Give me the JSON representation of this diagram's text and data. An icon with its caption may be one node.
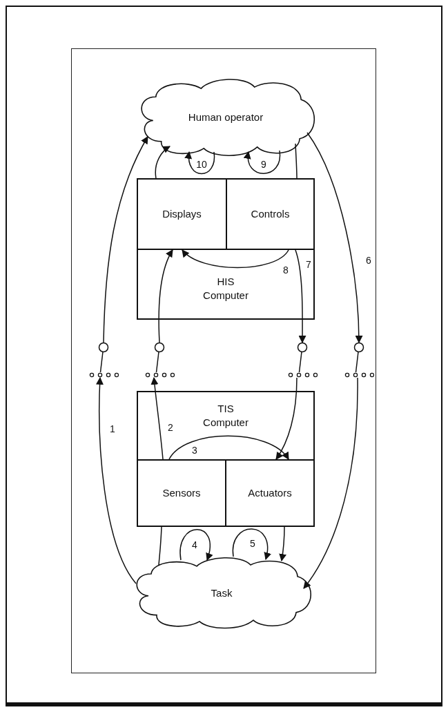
{
  "diagram": {
    "nodes": [
      {
        "text": [
          "Human operator"
        ]
      },
      {
        "text": [
          "HIS Computer"
        ]
      },
      {
        "text": [
          "Displays"
        ],
        "in": 1
      },
      {
        "text": [
          "Controls"
        ],
        "in": 1
      },
      {
        "text": [],
        "shape": "switch"
      },
      {
        "text": [],
        "shape": "switch"
      },
      {
        "text": [],
        "shape": "switch"
      },
      {
        "text": [],
        "shape": "switch"
      },
      {
        "text": [
          "TIS Computer"
        ]
      },
      {
        "text": [
          "Sensors"
        ],
        "in": 8
      },
      {
        "text": [
          "Actuators"
        ],
        "in": 8
      },
      {
        "text": [
          "Task"
        ]
      }
    ],
    "edges": [
      {
        "from": 11,
        "to": 4,
        "arrow": "to",
        "label": "1"
      },
      {
        "from": 4,
        "to": 0,
        "arrow": "to"
      },
      {
        "from": 9,
        "to": 5,
        "arrow": "to",
        "label": "2"
      },
      {
        "from": 5,
        "to": 2,
        "arrow": "to"
      },
      {
        "from": 2,
        "to": 0,
        "arrow": "to"
      },
      {
        "from": 0,
        "to": 0,
        "arrow": "to",
        "label": "10"
      },
      {
        "from": 0,
        "to": 0,
        "arrow": "to",
        "label": "9"
      },
      {
        "from": 0,
        "to": 3,
        "arrow": "none"
      },
      {
        "from": 3,
        "to": 2,
        "arrow": "to",
        "label": "8"
      },
      {
        "from": 3,
        "to": 6,
        "arrow": "to",
        "label": "7"
      },
      {
        "from": 6,
        "to": 10,
        "arrow": "to"
      },
      {
        "from": 9,
        "to": 10,
        "arrow": "to",
        "label": "3"
      },
      {
        "from": 0,
        "to": 7,
        "arrow": "to",
        "label": "6"
      },
      {
        "from": 7,
        "to": 11,
        "arrow": "to"
      },
      {
        "from": 9,
        "to": 11,
        "arrow": "none"
      },
      {
        "from": 11,
        "to": 11,
        "arrow": "to",
        "label": "4"
      },
      {
        "from": 11,
        "to": 11,
        "arrow": "to",
        "label": "5"
      },
      {
        "from": 10,
        "to": 11,
        "arrow": "to"
      }
    ]
  }
}
